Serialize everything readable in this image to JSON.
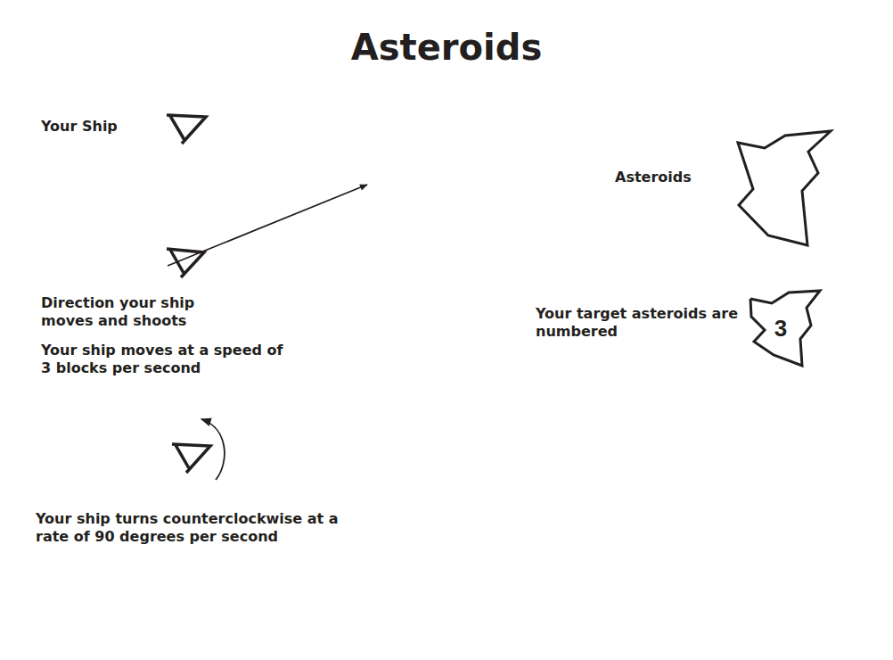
{
  "diagram": {
    "title": "Asteroids",
    "nodes": [
      {
        "text": [
          "3"
        ]
      }
    ],
    "labels": [
      "Your Ship",
      "Asteroids",
      "Direction your ship moves and shoots",
      "Your ship moves at a speed of 3 blocks per second",
      "Your target asteroids are numbered",
      "Your ship turns counterclockwise at a rate of 90 degrees per second"
    ]
  }
}
